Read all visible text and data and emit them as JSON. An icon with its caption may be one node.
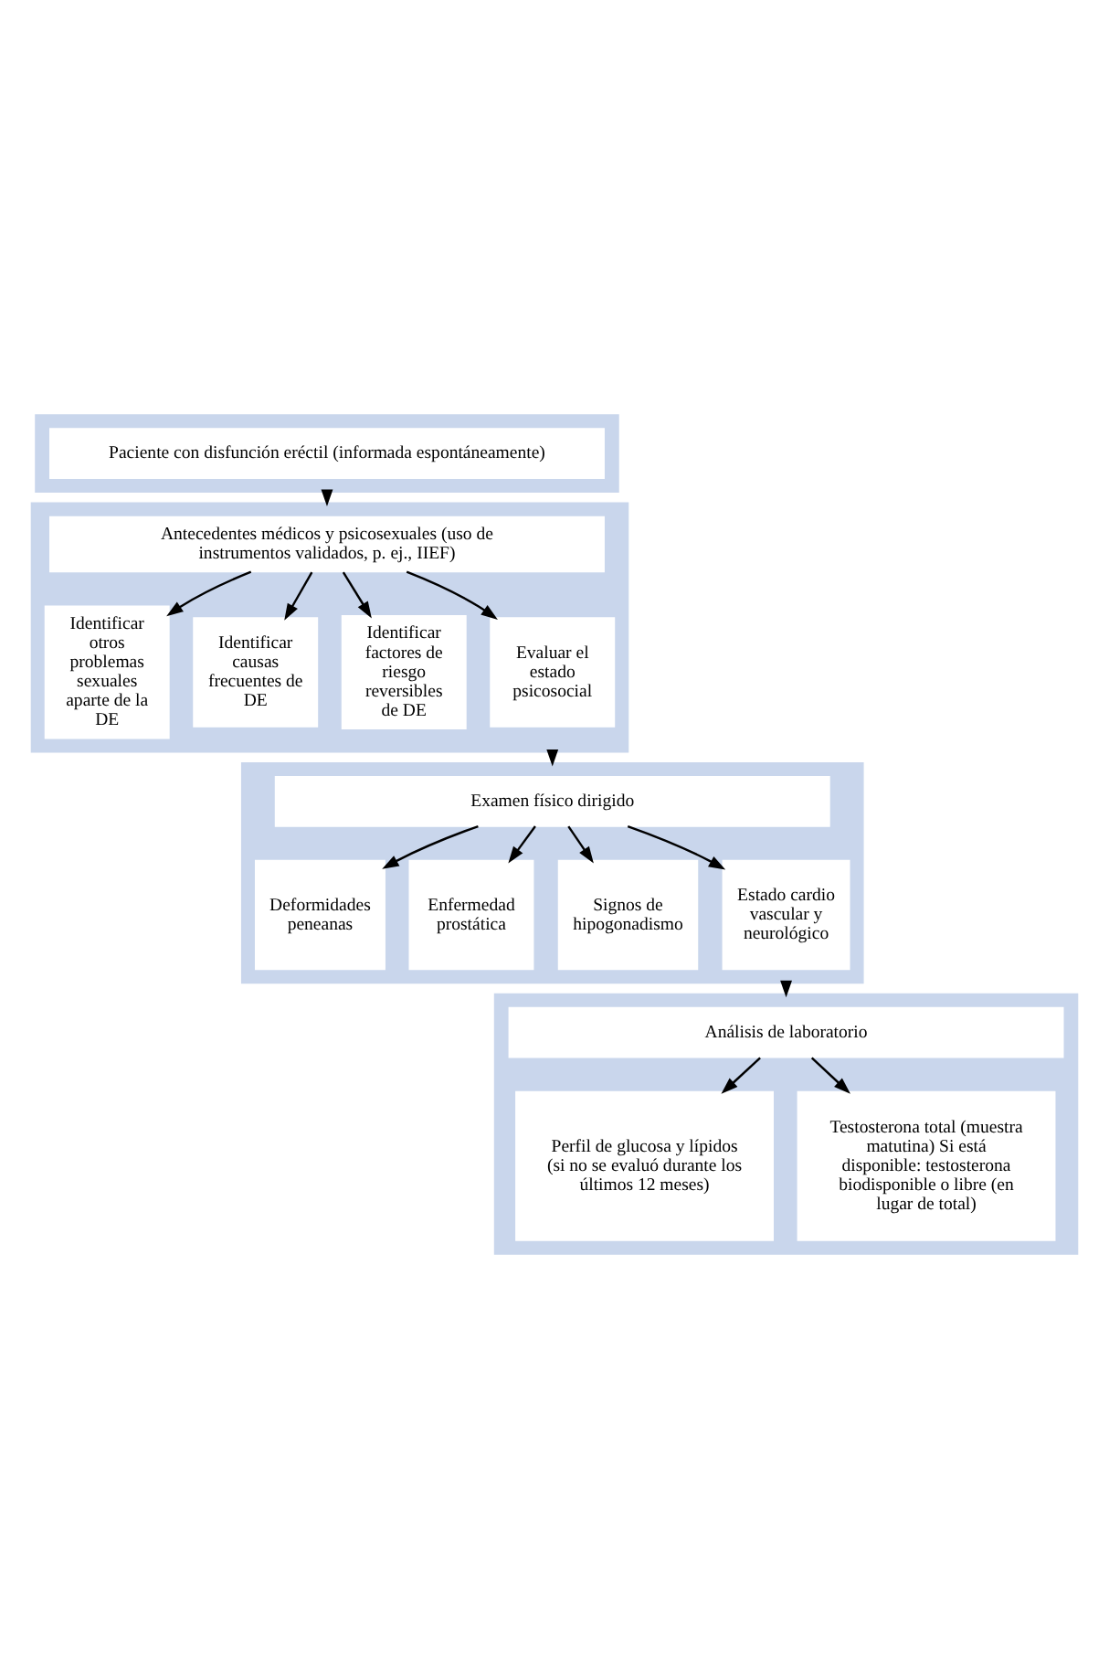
{
  "diagram": {
    "nodes": [
      {
        "text": [],
        "shape": "box"
      },
      {
        "text": [
          "Paciente con disfunción eréctil (informada espontáneamente)"
        ],
        "in": 0
      },
      {
        "text": [],
        "shape": "box"
      },
      {
        "text": [
          "Antecedentes médicos y psicosexuales (uso de instrumentos validados, p. ej., IIEF)"
        ],
        "in": 2
      },
      {
        "text": [
          "Identificar otros problemas sexuales aparte de la DE"
        ],
        "in": 2
      },
      {
        "text": [
          "Identificar causas frecuentes de DE"
        ],
        "in": 2
      },
      {
        "text": [
          "Identificar factores de riesgo reversibles de DE"
        ],
        "in": 2
      },
      {
        "text": [
          "Evaluar el estado psicosocial"
        ],
        "in": 2
      },
      {
        "text": [],
        "shape": "box"
      },
      {
        "text": [
          "Examen físico dirigido"
        ],
        "in": 8
      },
      {
        "text": [
          "Deformidades peneanas"
        ],
        "in": 8
      },
      {
        "text": [
          "Enfermedad prostática"
        ],
        "in": 8
      },
      {
        "text": [
          "Signos de hipogonadismo"
        ],
        "in": 8
      },
      {
        "text": [
          "Estado cardiovascular y neurológico"
        ],
        "in": 8
      },
      {
        "text": [],
        "shape": "box"
      },
      {
        "text": [
          "Análisis de laboratorio"
        ],
        "in": 14
      },
      {
        "text": [
          "Perfil de glucosa y lípidos (si no se evaluó durante los últimos 12 meses)"
        ],
        "in": 14
      },
      {
        "text": [
          "Testosterona total (muestra matutina) Si está disponible: testosterona biodisponible o libre (en lugar de total)"
        ],
        "in": 14
      }
    ],
    "edges": [
      {
        "from": 0,
        "to": 2,
        "arrow": "to"
      },
      {
        "from": 3,
        "to": 4,
        "arrow": "to"
      },
      {
        "from": 3,
        "to": 5,
        "arrow": "to"
      },
      {
        "from": 3,
        "to": 6,
        "arrow": "to"
      },
      {
        "from": 3,
        "to": 7,
        "arrow": "to"
      },
      {
        "from": 2,
        "to": 8,
        "arrow": "to"
      },
      {
        "from": 9,
        "to": 10,
        "arrow": "to"
      },
      {
        "from": 9,
        "to": 11,
        "arrow": "to"
      },
      {
        "from": 9,
        "to": 12,
        "arrow": "to"
      },
      {
        "from": 9,
        "to": 13,
        "arrow": "to"
      },
      {
        "from": 8,
        "to": 14,
        "arrow": "to"
      },
      {
        "from": 15,
        "to": 16,
        "arrow": "to"
      },
      {
        "from": 15,
        "to": 17,
        "arrow": "to"
      }
    ]
  }
}
